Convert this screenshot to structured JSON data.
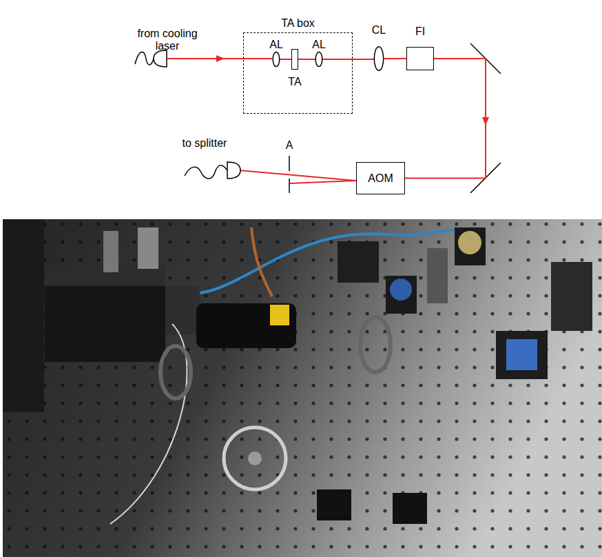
{
  "diagram": {
    "nodes": [
      {
        "text": [
          "TA box"
        ]
      },
      {
        "text": [
          "AL"
        ],
        "in": 0
      },
      {
        "text": [
          "TA"
        ],
        "in": 0
      },
      {
        "text": [
          "AL"
        ],
        "in": 0
      },
      {
        "text": [
          "CL"
        ]
      },
      {
        "text": [
          "FI"
        ]
      },
      {
        "text": [
          "AOM"
        ]
      }
    ],
    "edges": [
      {
        "from": 1,
        "to": 2,
        "arrow": "none"
      },
      {
        "from": 2,
        "to": 3,
        "arrow": "none"
      },
      {
        "from": 3,
        "to": 4,
        "arrow": "none"
      },
      {
        "from": 4,
        "to": 5,
        "arrow": "none"
      },
      {
        "from": 5,
        "to": 6,
        "arrow": "none"
      }
    ],
    "labels": [
      "from cooling laser",
      "to splitter",
      "A"
    ]
  }
}
